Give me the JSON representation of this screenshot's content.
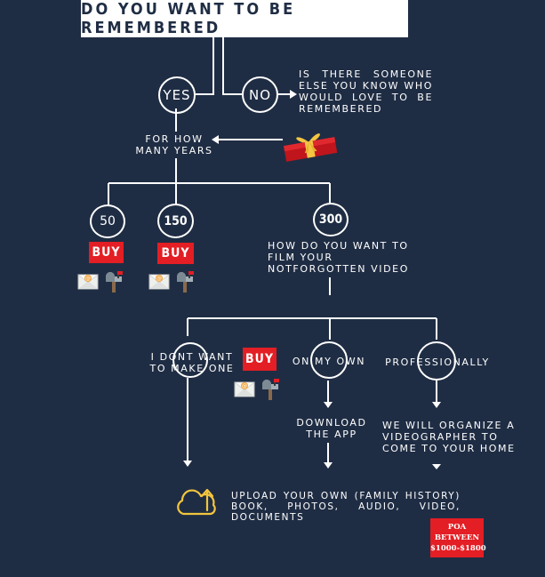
{
  "title": "DO YOU WANT TO BE REMEMBERED",
  "yes": "YES",
  "no": "NO",
  "no_text": "IS THERE SOMEONE ELSE YOU KNOW WHO WOULD LOVE TO BE REMEMBERED",
  "how_many_years": "FOR HOW MANY YEARS",
  "years": [
    "50",
    "150",
    "300"
  ],
  "buy_label": "BUY",
  "how_film": "HOW DO YOU WANT TO FILM YOUR NOTFORGOTTEN VIDEO",
  "options": {
    "dont_want": "I DONT WANT TO MAKE ONE",
    "on_my_own": "ON MY OWN",
    "professionally": "PROFESSIONALLY"
  },
  "download_app": "DOWNLOAD THE APP",
  "organize": "WE WILL ORGANIZE A VIDEOGRAPHER TO COME TO YOUR HOME",
  "upload": "UPLOAD YOUR OWN (FAMILY HISTORY) BOOK, PHOTOS, AUDIO, VIDEO, DOCUMENTS",
  "poa": {
    "line1": "POA",
    "line2": "BETWEEN",
    "line3": "$1000-$1800"
  },
  "colors": {
    "background": "#1f2d44",
    "accent": "#e31e24",
    "lines": "#ffffff",
    "cloud": "#f2c53d"
  },
  "icons": [
    "email-icon",
    "mailbox-icon",
    "gift-icon",
    "cloud-upload-icon"
  ]
}
